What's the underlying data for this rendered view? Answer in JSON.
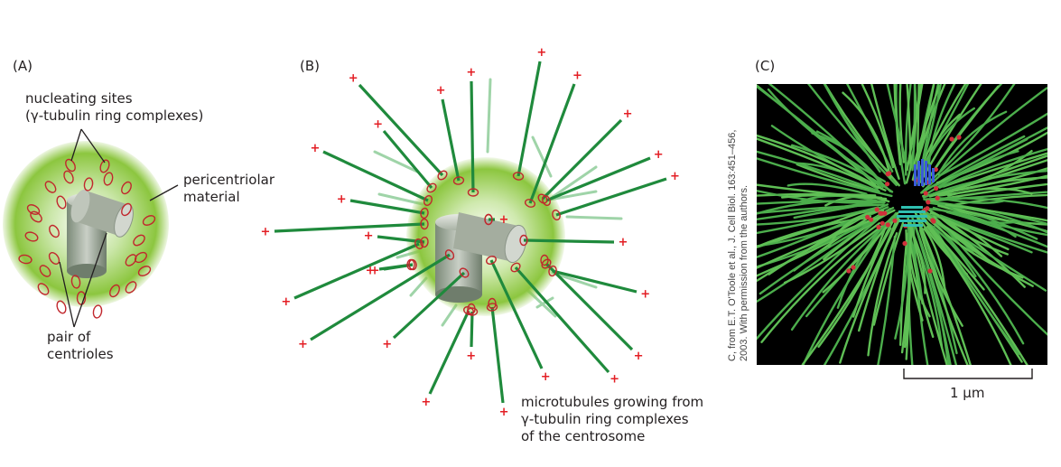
{
  "panels": {
    "a": {
      "letter": "(A)",
      "label_nucleating_line1": "nucleating sites",
      "label_nucleating_line2": "(γ-tubulin ring complexes)",
      "label_pericentriolar_line1": "pericentriolar",
      "label_pericentriolar_line2": "material",
      "label_centrioles_line1": "pair of",
      "label_centrioles_line2": "centrioles"
    },
    "b": {
      "letter": "(B)",
      "plus_symbol": "+",
      "label_line1": "microtubules growing from",
      "label_line2": "γ-tubulin ring complexes",
      "label_line3": "of the centrosome"
    },
    "c": {
      "letter": "(C)",
      "credit_line1": "C, from E.T. O'Toole et al., J. Cell Biol. 163:451–456,",
      "credit_line2": "2003. With permission from the authors.",
      "scale_label": "1 μm"
    }
  },
  "colors": {
    "microtubule": "#1f8a3c",
    "microtubule_light": "#9fd4a8",
    "pcm_glow": "#8cc63f",
    "ring": "#c1272d",
    "plus": "#e31e24",
    "em_background": "#000000",
    "em_microtubule": "#4cae4c",
    "em_blue": "#3a5bd9",
    "em_cyan": "#2fbfb0"
  }
}
